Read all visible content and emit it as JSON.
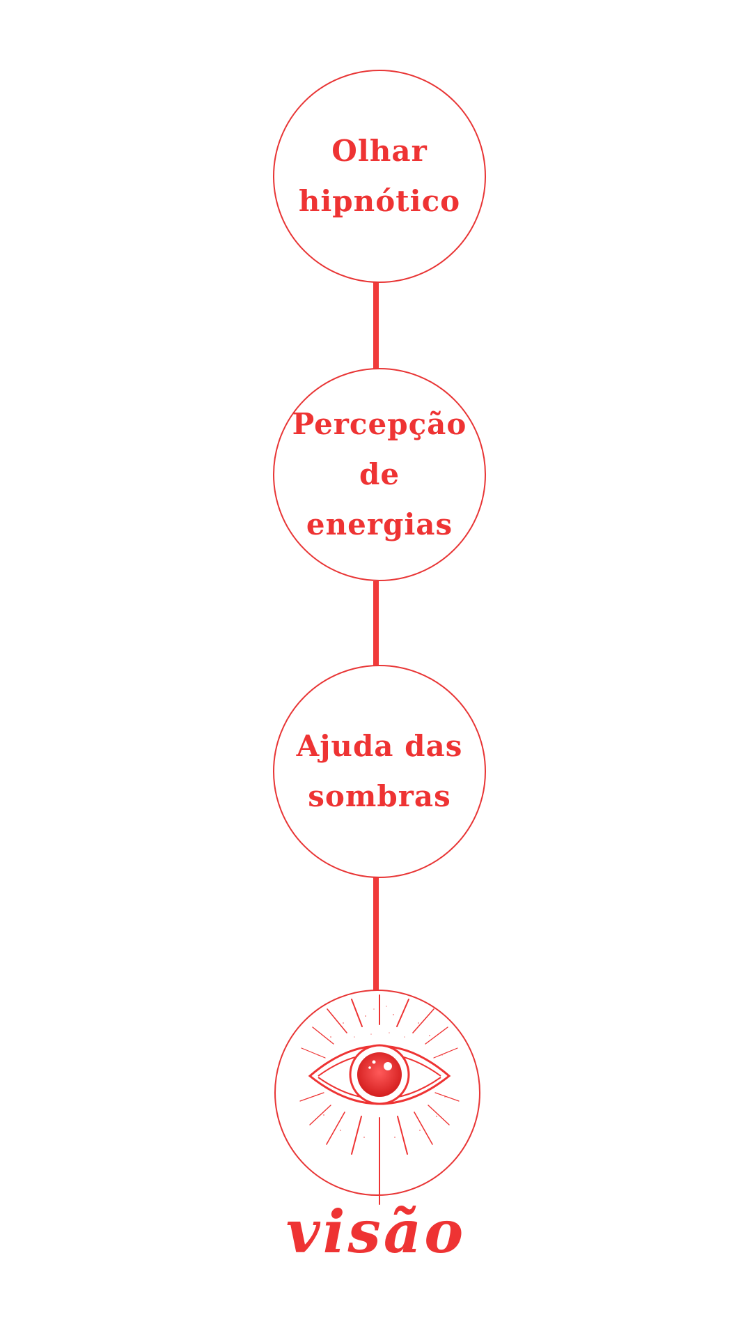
{
  "accent_color": "#ee3333",
  "steps": [
    {
      "label": "Olhar\nhipnótico"
    },
    {
      "label": "Percepção\nde energias"
    },
    {
      "label": "Ajuda das\nsombras"
    }
  ],
  "final": {
    "icon": "all-seeing-eye-icon",
    "title": "visão"
  }
}
